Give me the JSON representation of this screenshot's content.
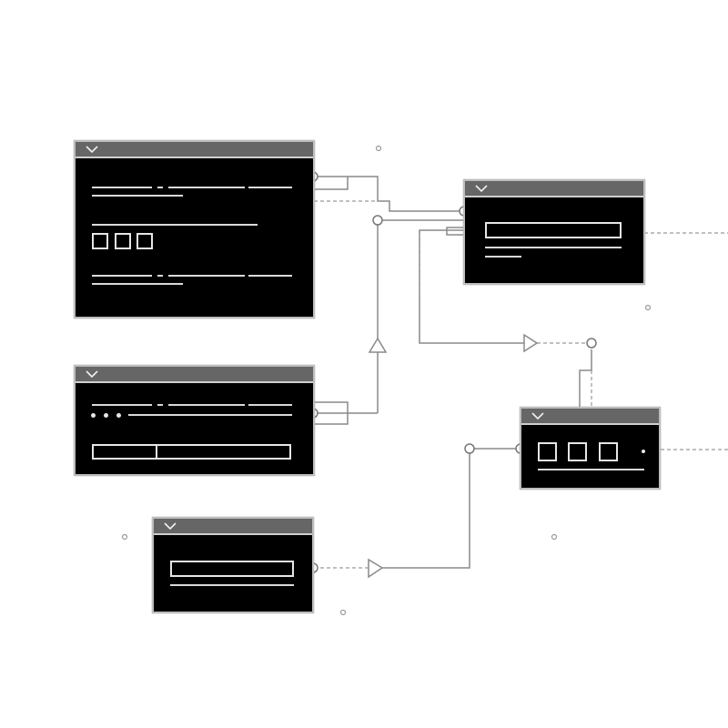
{
  "diagram": {
    "nodes": [
      {
        "id": "node-a",
        "kind": "form-card-with-checkboxes",
        "collapse_icon": "chevron-down-icon"
      },
      {
        "id": "node-b",
        "kind": "card-with-input-field",
        "collapse_icon": "chevron-down-icon"
      },
      {
        "id": "node-c",
        "kind": "card-with-segmented-field",
        "collapse_icon": "chevron-down-icon"
      },
      {
        "id": "node-d",
        "kind": "card-with-checkboxes",
        "collapse_icon": "chevron-down-icon"
      },
      {
        "id": "node-e",
        "kind": "card-with-input-field",
        "collapse_icon": "chevron-down-icon"
      }
    ],
    "connectors": {
      "port_icon": "connector-port-icon",
      "arrow_icon": "triangle-arrow-icon"
    },
    "colors": {
      "node_background": "#000000",
      "node_header": "#666666",
      "node_border": "#bdbdbd",
      "connector_line": "#8a8a8a",
      "canvas_background": "#ffffff"
    }
  }
}
